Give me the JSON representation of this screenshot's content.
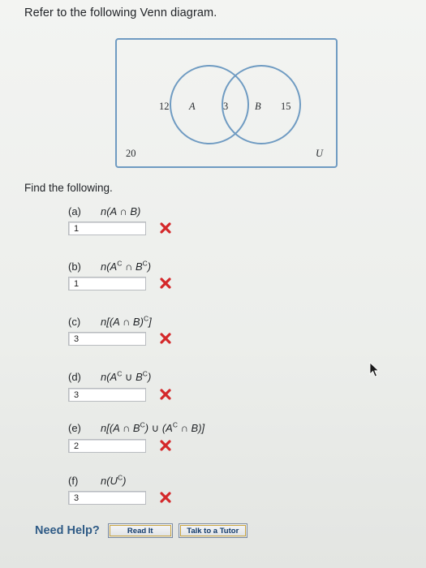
{
  "question": {
    "title": "Refer to the following Venn diagram."
  },
  "venn": {
    "only_a": "12",
    "set_a": "A",
    "intersection": "3",
    "set_b": "B",
    "only_b": "15",
    "outside": "20",
    "universe": "U",
    "colors": {
      "frame": "#6f9bc2",
      "circles": "#6f9bc2"
    }
  },
  "find": {
    "label": "Find the following."
  },
  "parts": [
    {
      "letter": "(a)",
      "expr_html": "n(A ∩ B)",
      "answer": "1",
      "status": "wrong"
    },
    {
      "letter": "(b)",
      "expr_html": "n(A<sup>C</sup> ∩ B<sup>C</sup>)",
      "answer": "1",
      "status": "wrong"
    },
    {
      "letter": "(c)",
      "expr_html": "n[(A ∩ B)<sup>C</sup>]",
      "answer": "3",
      "status": "wrong"
    },
    {
      "letter": "(d)",
      "expr_html": "n(A<sup>C</sup> ∪ B<sup>C</sup>)",
      "answer": "3",
      "status": "wrong"
    },
    {
      "letter": "(e)",
      "expr_html": "n[(A ∩ B<sup>C</sup>) ∪ (A<sup>C</sup> ∩ B)]",
      "answer": "2",
      "status": "wrong"
    },
    {
      "letter": "(f)",
      "expr_html": "n(U<sup>C</sup>)",
      "answer": "3",
      "status": "wrong"
    }
  ],
  "help": {
    "label": "Need Help?",
    "read_button": "Read It",
    "tutor_button": "Talk to a Tutor"
  },
  "colors": {
    "wrong": "#d4282a",
    "help_text": "#2f5b86"
  }
}
